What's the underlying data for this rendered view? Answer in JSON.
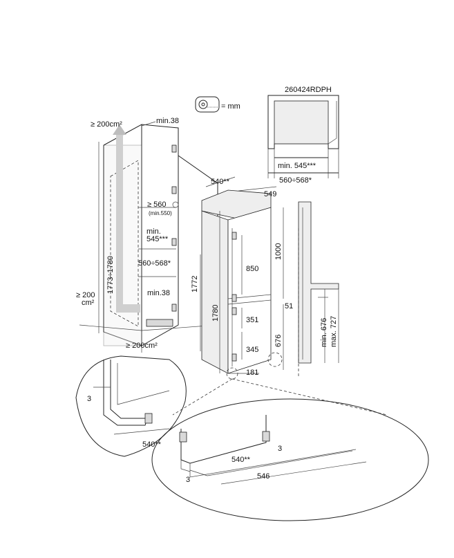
{
  "header": {
    "model_code": "260424RDPH",
    "unit_note": "= mm"
  },
  "niche": {
    "vent_top": "≥ 200cm²",
    "gap_top": "min.38",
    "niche_height": "1773÷1780",
    "inner_depth": "≥ 560",
    "inner_depth_min": "(min.550)",
    "min_depth_a": "min.",
    "min_depth_b": "545***",
    "width": "560÷568*",
    "gap_bottom": "min.38",
    "vent_side_a": "≥ 200",
    "vent_side_b": "cm²",
    "vent_bottom": "≥ 200cm²",
    "cabinet_height": "1772"
  },
  "appliance": {
    "depth_top": "540**",
    "width_top": "549",
    "height_total": "1780",
    "upper_hinge": "1000",
    "upper_section": "850",
    "gap_mid": "51",
    "mid_section": "351",
    "lower_section": "345",
    "lower_hinge": "676",
    "bottom_offset": "181"
  },
  "inset_top": {
    "min_depth": "min. 545***",
    "width": "560÷568*"
  },
  "side_profile": {
    "min_height": "min. 676",
    "max_height": "max. 727"
  },
  "detail_left": {
    "gap": "3",
    "depth": "540**"
  },
  "detail_bottom": {
    "depth": "540**",
    "gap_right": "3",
    "gap_left": "3",
    "width": "546"
  }
}
